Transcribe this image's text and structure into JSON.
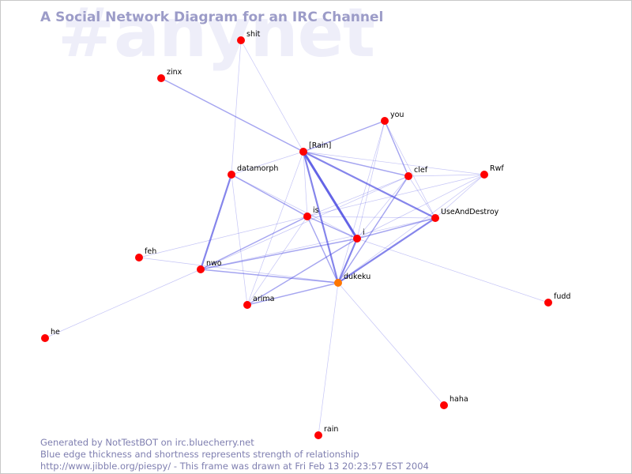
{
  "watermark": "#anynet",
  "title": "A Social Network Diagram for an IRC Channel",
  "footer": {
    "line1": "Generated by NotTestBOT on irc.bluecherry.net",
    "line2": "Blue edge thickness and shortness represents strength of relationship",
    "line3": "http://www.jibble.org/piespy/ - This frame was drawn at Fri Feb 13 20:23:57 EST 2004"
  },
  "colors": {
    "node": "#ff0000",
    "node_highlight": "#ff7700",
    "edge": "#4040e0",
    "watermark": "#eeeef9",
    "title": "#9c9cc8",
    "footer": "#7f7fb0"
  },
  "nodes": [
    {
      "id": "shit",
      "label": "shit"
    },
    {
      "id": "zinx",
      "label": "zinx"
    },
    {
      "id": "you",
      "label": "you"
    },
    {
      "id": "rain_b",
      "label": "[Rain]"
    },
    {
      "id": "datamorph",
      "label": "datamorph"
    },
    {
      "id": "clef",
      "label": "clef"
    },
    {
      "id": "rwf",
      "label": "Rwf"
    },
    {
      "id": "is",
      "label": "is"
    },
    {
      "id": "uad",
      "label": "UseAndDestroy"
    },
    {
      "id": "i",
      "label": "i"
    },
    {
      "id": "feh",
      "label": "feh"
    },
    {
      "id": "nwo",
      "label": "nwo"
    },
    {
      "id": "dukeku",
      "label": "dukeku",
      "highlight": true
    },
    {
      "id": "arima",
      "label": "arima"
    },
    {
      "id": "fudd",
      "label": "fudd"
    },
    {
      "id": "he",
      "label": "he"
    },
    {
      "id": "haha",
      "label": "haha"
    },
    {
      "id": "rain",
      "label": "rain"
    }
  ],
  "edges": [
    {
      "from": "rain_b",
      "to": "zinx",
      "strength": 2
    },
    {
      "from": "rain_b",
      "to": "shit",
      "strength": 1
    },
    {
      "from": "shit",
      "to": "datamorph",
      "strength": 1
    },
    {
      "from": "rain_b",
      "to": "you",
      "strength": 2
    },
    {
      "from": "rain_b",
      "to": "clef",
      "strength": 2
    },
    {
      "from": "rain_b",
      "to": "rwf",
      "strength": 1
    },
    {
      "from": "rain_b",
      "to": "uad",
      "strength": 3
    },
    {
      "from": "rain_b",
      "to": "i",
      "strength": 4
    },
    {
      "from": "rain_b",
      "to": "dukeku",
      "strength": 3
    },
    {
      "from": "rain_b",
      "to": "is",
      "strength": 1
    },
    {
      "from": "rain_b",
      "to": "datamorph",
      "strength": 1
    },
    {
      "from": "rain_b",
      "to": "arima",
      "strength": 1
    },
    {
      "from": "you",
      "to": "clef",
      "strength": 2
    },
    {
      "from": "you",
      "to": "uad",
      "strength": 1
    },
    {
      "from": "you",
      "to": "i",
      "strength": 1
    },
    {
      "from": "you",
      "to": "dukeku",
      "strength": 1
    },
    {
      "from": "datamorph",
      "to": "nwo",
      "strength": 3
    },
    {
      "from": "datamorph",
      "to": "is",
      "strength": 2
    },
    {
      "from": "datamorph",
      "to": "i",
      "strength": 1
    },
    {
      "from": "datamorph",
      "to": "arima",
      "strength": 1
    },
    {
      "from": "clef",
      "to": "rwf",
      "strength": 1
    },
    {
      "from": "clef",
      "to": "uad",
      "strength": 1
    },
    {
      "from": "clef",
      "to": "is",
      "strength": 1
    },
    {
      "from": "clef",
      "to": "i",
      "strength": 1
    },
    {
      "from": "clef",
      "to": "dukeku",
      "strength": 2
    },
    {
      "from": "clef",
      "to": "nwo",
      "strength": 1
    },
    {
      "from": "rwf",
      "to": "is",
      "strength": 1
    },
    {
      "from": "rwf",
      "to": "i",
      "strength": 1
    },
    {
      "from": "rwf",
      "to": "uad",
      "strength": 1
    },
    {
      "from": "rwf",
      "to": "dukeku",
      "strength": 1
    },
    {
      "from": "is",
      "to": "uad",
      "strength": 1
    },
    {
      "from": "is",
      "to": "i",
      "strength": 2
    },
    {
      "from": "is",
      "to": "dukeku",
      "strength": 2
    },
    {
      "from": "is",
      "to": "nwo",
      "strength": 2
    },
    {
      "from": "is",
      "to": "feh",
      "strength": 1
    },
    {
      "from": "is",
      "to": "arima",
      "strength": 1
    },
    {
      "from": "uad",
      "to": "i",
      "strength": 2
    },
    {
      "from": "uad",
      "to": "dukeku",
      "strength": 3
    },
    {
      "from": "uad",
      "to": "nwo",
      "strength": 1
    },
    {
      "from": "i",
      "to": "dukeku",
      "strength": 3
    },
    {
      "from": "i",
      "to": "nwo",
      "strength": 2
    },
    {
      "from": "i",
      "to": "fudd",
      "strength": 1
    },
    {
      "from": "i",
      "to": "arima",
      "strength": 2
    },
    {
      "from": "nwo",
      "to": "dukeku",
      "strength": 2
    },
    {
      "from": "nwo",
      "to": "he",
      "strength": 1
    },
    {
      "from": "feh",
      "to": "dukeku",
      "strength": 1
    },
    {
      "from": "dukeku",
      "to": "arima",
      "strength": 2
    },
    {
      "from": "dukeku",
      "to": "haha",
      "strength": 1
    },
    {
      "from": "dukeku",
      "to": "rain",
      "strength": 1
    }
  ]
}
